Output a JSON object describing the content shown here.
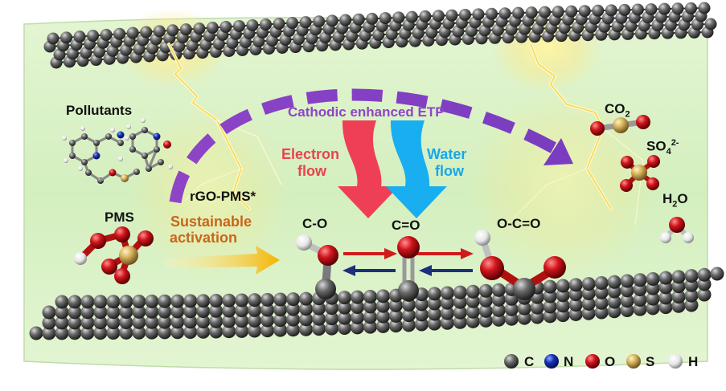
{
  "labels": {
    "pollutants": "Pollutants",
    "rgo_pms": "rGO-PMS*",
    "pms": "PMS",
    "sustainable": "Sustainable",
    "activation": "activation",
    "cathodic_etp": "Cathodic enhanced ETP",
    "electron": "Electron",
    "electron_flow": "flow",
    "water": "Water",
    "water_flow": "flow",
    "c_o": "C-O",
    "c_eq_o": "C=O",
    "o_c_eq_o": "O-C=O",
    "co2": "CO",
    "co2_sub": "2",
    "so4": "SO",
    "so4_sub": "4",
    "so4_sup": "2-",
    "h2o_h": "H",
    "h2o_sub": "2",
    "h2o_o": "O"
  },
  "legend": [
    {
      "symbol": "C",
      "color": "#555555"
    },
    {
      "symbol": "N",
      "color": "#1530b8"
    },
    {
      "symbol": "O",
      "color": "#d0141a"
    },
    {
      "symbol": "S",
      "color": "#d6b35a"
    },
    {
      "symbol": "H",
      "color": "#eeeeee"
    }
  ],
  "colors": {
    "background": "#dcf2c8",
    "carbon": "#4a4a4a",
    "oxygen": "#d0141a",
    "nitrogen": "#1530b8",
    "sulfur": "#d6b35a",
    "hydrogen": "#f0f0f0",
    "etp_arrow": "#8e44c7",
    "electron_arrow": "#ef3f56",
    "water_arrow": "#19aef0",
    "forward_arrow": "#d01b1b",
    "backward_arrow": "#1b2f7a",
    "activation_arrow": "#f5b400"
  }
}
